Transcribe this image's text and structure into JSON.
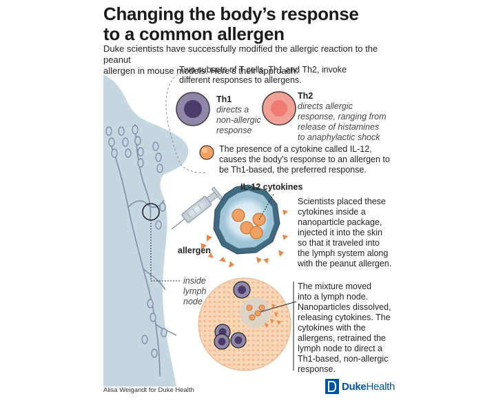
{
  "header": {
    "title_line1": "Changing the body’s response",
    "title_line2": "to a common allergen",
    "subtitle_line1": "Duke scientists have successfully modified the allergic reaction to the peanut",
    "subtitle_line2": "allergen in mouse models. Here’s their approach:"
  },
  "tcells": {
    "intro_line1": "Two subsets of T cells, Th1 and Th2, invoke",
    "intro_line2": "different responses to allergens.",
    "th1": {
      "label": "Th1",
      "desc_lines": [
        "directs a",
        "non-allergic",
        "response"
      ],
      "color_outer": "#8f87a8",
      "color_inner": "#4a3b6b"
    },
    "th2": {
      "label": "Th2",
      "desc_lines": [
        "directs allergic",
        "response, ranging from",
        "release of histamines",
        "to anaphylactic shock"
      ],
      "color_outer": "#f2a098",
      "color_inner": "#ef7b73"
    }
  },
  "cytokine": {
    "lines": [
      "The presence of a cytokine called IL-12,",
      "causes the body’s response to an allergen to",
      "be Th1-based, the preferred response."
    ],
    "color": "#f0a060"
  },
  "nanoparticle": {
    "label": "IL-12 cytokines",
    "allergen_label": "allergen",
    "text_lines": [
      "Scientists placed these",
      "cytokines inside a",
      "nanoparticle package,",
      "injected it into the skin",
      "so that it traveled into",
      "the lymph system along",
      "with the peanut allergen."
    ]
  },
  "lymph": {
    "label_lines": [
      "inside",
      "lymph",
      "node"
    ],
    "text_lines": [
      "The mixture moved",
      "into a lymph node.",
      "Nanoparticles dissolved,",
      "releasing cytokines. The",
      "cytokines with the",
      "allergens, retrained the",
      "lymph node to direct a",
      "Th1-based, non-allergic",
      "response."
    ]
  },
  "footer": {
    "credit": "Alisa Weigandt for Duke Health",
    "logo_bold": "Duke",
    "logo_light": "Health",
    "logo_color": "#00539b"
  },
  "colors": {
    "body_fill": "#c5d8e2",
    "lymph_line": "#7f8ea8",
    "accent_orange": "#e8894a",
    "nanoparticle_ring": "#3f6a80"
  }
}
